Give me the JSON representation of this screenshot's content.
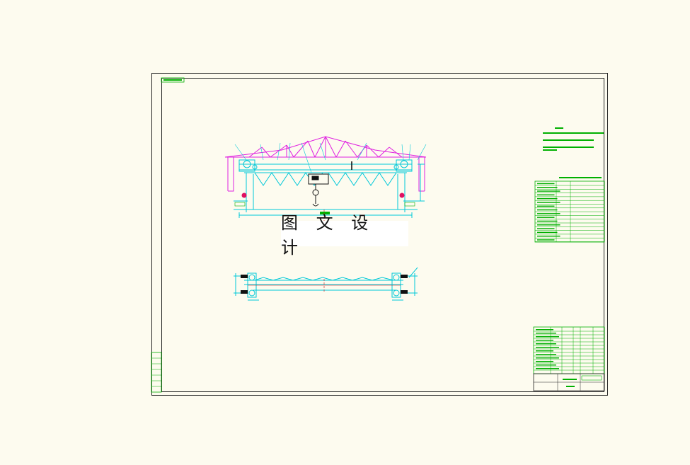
{
  "drawing": {
    "watermark_text": "图 文 设 计",
    "colors": {
      "background": "#fdfbef",
      "frame": "#222222",
      "roof_truss": "#e020e0",
      "crane_structure": "#00c8d8",
      "annotation_text": "#00b000",
      "hoist": "#111111",
      "rail_marker": "#e01060",
      "centerline": "#d01010"
    },
    "views": [
      "front-elevation",
      "top-plan"
    ],
    "tables": [
      "technical-parameters-table",
      "parts-list-table",
      "title-block",
      "revision-block"
    ]
  }
}
